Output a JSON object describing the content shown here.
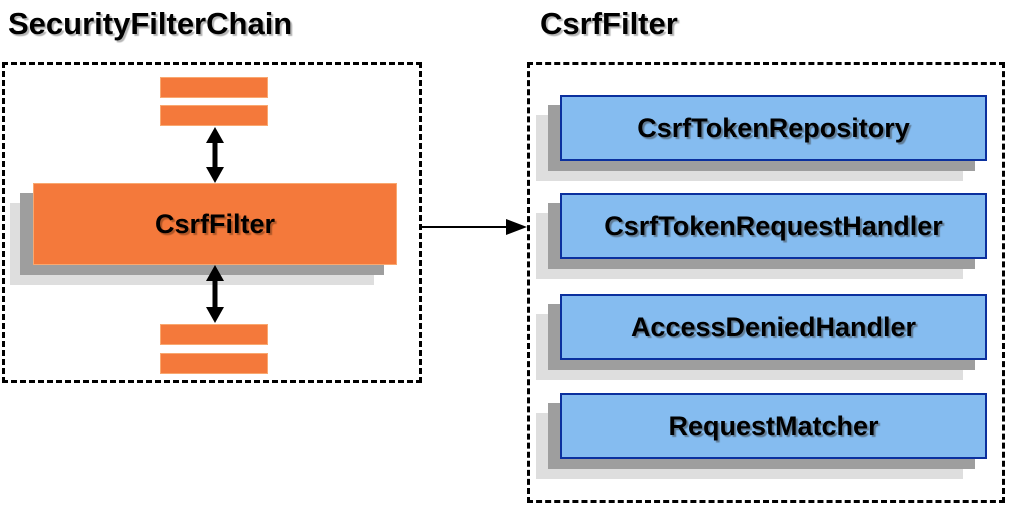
{
  "left_panel": {
    "title": "SecurityFilterChain",
    "filter_label": "CsrfFilter"
  },
  "right_panel": {
    "title": "CsrfFilter",
    "components": [
      {
        "label": "CsrfTokenRepository"
      },
      {
        "label": "CsrfTokenRequestHandler"
      },
      {
        "label": "AccessDeniedHandler"
      },
      {
        "label": "RequestMatcher"
      }
    ]
  },
  "colors": {
    "orange_fill": "#f4793b",
    "orange_border": "#f9a870",
    "blue_fill": "#85bcf0",
    "blue_border": "#0b309e",
    "shadow_dark": "#9e9e9e",
    "shadow_light": "#dedede",
    "arrow": "#000000",
    "title_text": "#000000"
  }
}
